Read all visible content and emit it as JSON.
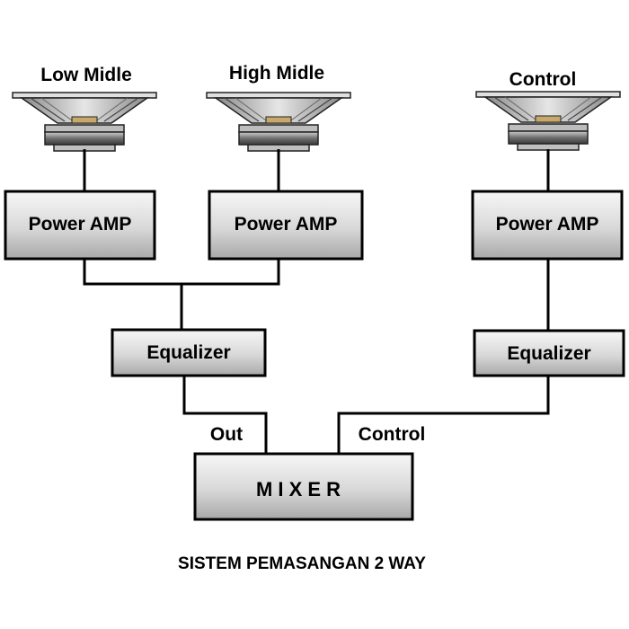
{
  "speakers": {
    "low_midle": "Low Midle",
    "high_midle": "High Midle",
    "control": "Control"
  },
  "amps": {
    "amp1": "Power AMP",
    "amp2": "Power AMP",
    "amp3": "Power AMP"
  },
  "equalizers": {
    "eq_left": "Equalizer",
    "eq_right": "Equalizer"
  },
  "mixer": {
    "label": "M I X E R",
    "out_label": "Out",
    "control_label": "Control"
  },
  "caption": "SISTEM PEMASANGAN 2 WAY",
  "colors": {
    "line": "#000000",
    "box_fill_top": "#f4f4f4",
    "box_fill_bottom": "#b8b8b8",
    "speaker_cone": "#d9d9d9",
    "speaker_magnet": "#555555"
  }
}
